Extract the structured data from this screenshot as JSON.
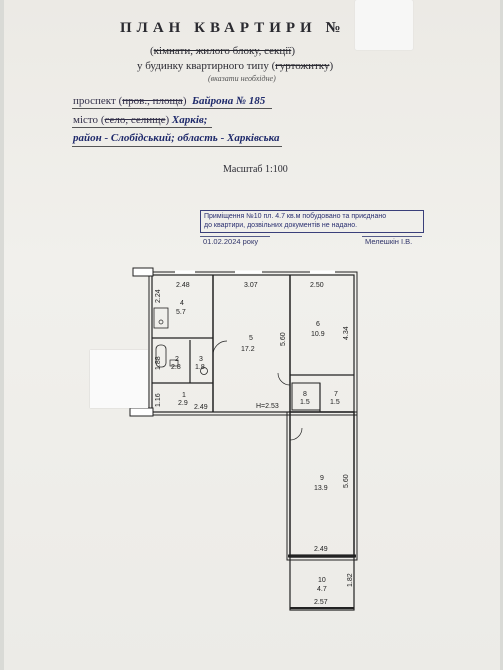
{
  "header": {
    "title": "ПЛАН КВАРТИРИ №",
    "variants_struck": "кімнати, жилого блоку, секції",
    "house_type_prefix": "у будинку квартирного типу (",
    "house_type_struck": "гуртожитку",
    "house_type_suffix": ")",
    "note": "(вказати необхідне)"
  },
  "address": {
    "street_type": "проспект",
    "street_struck": "пров., площа",
    "street_name": "Байрона № 185",
    "city_type": "місто",
    "city_struck": "село, селище",
    "city_name": "Харків;",
    "district_region": "район - Слобідський; область - Харківська"
  },
  "scale": "Масштаб 1:100",
  "stamp": {
    "line1": "Приміщення №10 пл. 4.7 кв.м побудовано та приєднано",
    "line2": "до квартири, дозвільних документів не надано.",
    "date": "01.02.2024 року",
    "signer": "Мелешкін І.В."
  },
  "plan": {
    "dimensions": {
      "top_left": "2.48",
      "top_mid": "3.07",
      "top_right": "2.50",
      "left_upper": "2.24",
      "left_mid": "1.88",
      "left_lower": "1.16",
      "bottom_left": "2.49",
      "hall_height": "H=2.53",
      "room5_len": "5.60",
      "room6_len": "4.34",
      "room9_len": "5.60",
      "loggia_top": "2.49",
      "loggia_bottom": "2.57",
      "loggia_side": "1.82"
    },
    "rooms": [
      {
        "no": "4",
        "area": "5.7"
      },
      {
        "no": "2",
        "area": "2.8"
      },
      {
        "no": "3",
        "area": "1.8"
      },
      {
        "no": "1",
        "area": "2.9"
      },
      {
        "no": "5",
        "area": "17.2"
      },
      {
        "no": "6",
        "area": "10.9"
      },
      {
        "no": "8",
        "area": "1.5"
      },
      {
        "no": "7",
        "area": "1.5"
      },
      {
        "no": "9",
        "area": "13.9"
      },
      {
        "no": "10",
        "area": "4.7"
      }
    ]
  }
}
